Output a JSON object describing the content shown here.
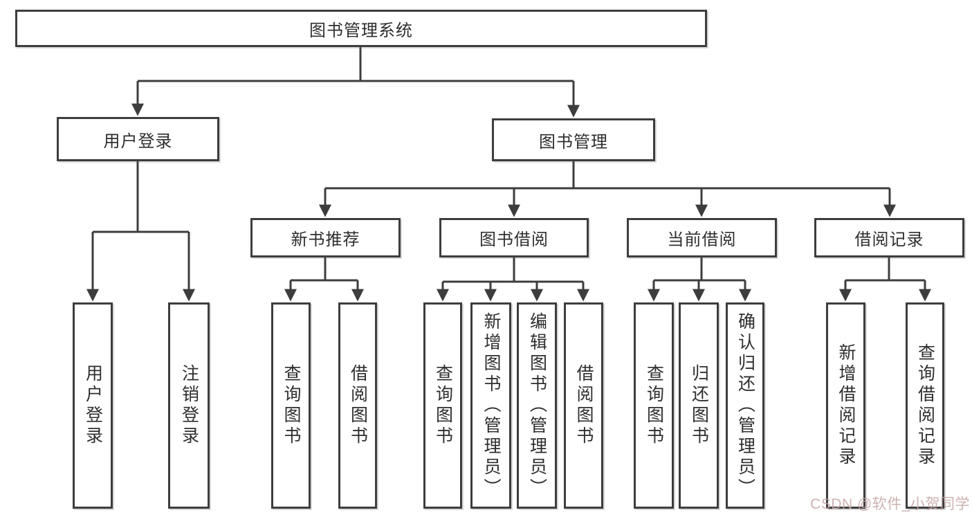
{
  "diagram": {
    "title": "图书管理系统",
    "watermark": "CSDN @软件_小贺同学",
    "colors": {
      "line": "#3d3d3d",
      "box_border": "#3d3d3d",
      "text": "#2e2e2e",
      "background": "#ffffff",
      "watermark": "#c4a3a3"
    },
    "nodes": {
      "root": {
        "label": "图书管理系统"
      },
      "user_login": {
        "label": "用户登录"
      },
      "book_mgmt": {
        "label": "图书管理"
      },
      "new_book_rec": {
        "label": "新书推荐"
      },
      "book_borrow": {
        "label": "图书借阅"
      },
      "current_borrow": {
        "label": "当前借阅"
      },
      "borrow_record": {
        "label": "借阅记录"
      },
      "leaf_user_login": {
        "label": "用户登录"
      },
      "leaf_logout": {
        "label": "注销登录"
      },
      "leaf_query_book_1": {
        "label": "查询图书"
      },
      "leaf_borrow_book_1": {
        "label": "借阅图书"
      },
      "leaf_query_book_2": {
        "label": "查询图书"
      },
      "leaf_add_book": {
        "label": "新增图书（管理员）"
      },
      "leaf_edit_book": {
        "label": "编辑图书（管理员）"
      },
      "leaf_borrow_book_2": {
        "label": "借阅图书"
      },
      "leaf_query_book_3": {
        "label": "查询图书"
      },
      "leaf_return_book": {
        "label": "归还图书"
      },
      "leaf_confirm_return": {
        "label": "确认归还（管理员）"
      },
      "leaf_add_record": {
        "label": "新增借阅记录"
      },
      "leaf_query_record": {
        "label": "查询借阅记录"
      }
    },
    "hierarchy": {
      "root": [
        "user_login",
        "book_mgmt"
      ],
      "user_login": [
        "leaf_user_login",
        "leaf_logout"
      ],
      "book_mgmt": [
        "new_book_rec",
        "book_borrow",
        "current_borrow",
        "borrow_record"
      ],
      "new_book_rec": [
        "leaf_query_book_1",
        "leaf_borrow_book_1"
      ],
      "book_borrow": [
        "leaf_query_book_2",
        "leaf_add_book",
        "leaf_edit_book",
        "leaf_borrow_book_2"
      ],
      "current_borrow": [
        "leaf_query_book_3",
        "leaf_return_book",
        "leaf_confirm_return"
      ],
      "borrow_record": [
        "leaf_add_record",
        "leaf_query_record"
      ]
    }
  }
}
